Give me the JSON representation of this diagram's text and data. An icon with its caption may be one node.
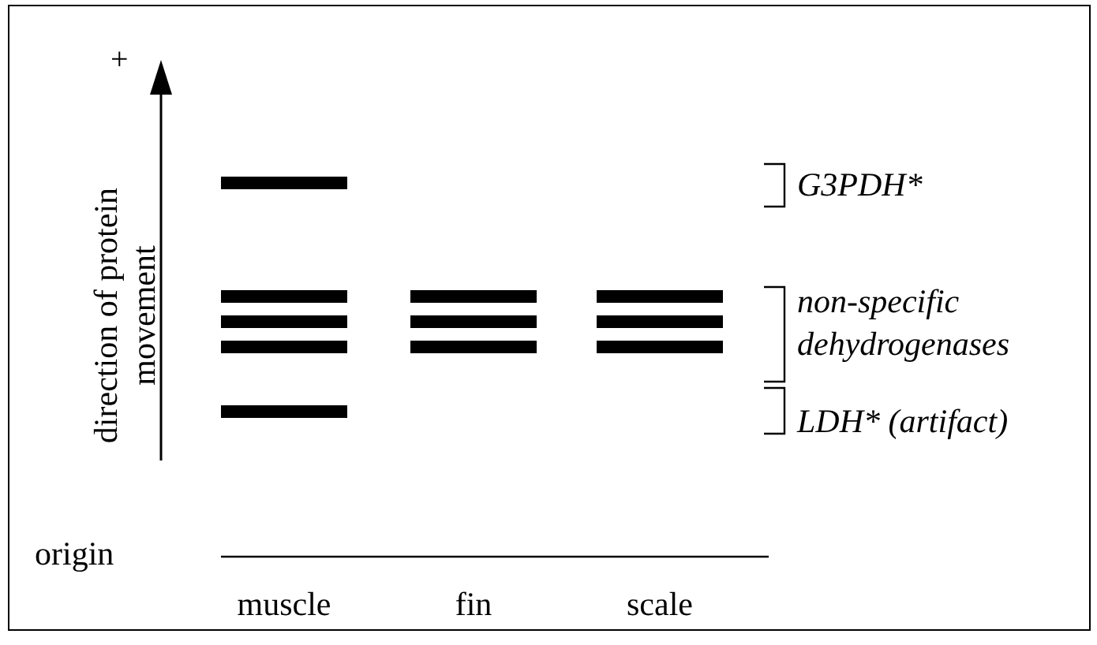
{
  "diagram": {
    "labels": [
      "+",
      "direction of protein movement",
      "G3PDH*",
      "non-specific dehydrogenases",
      "LDH* (artifact)",
      "origin",
      "muscle",
      "fin",
      "scale"
    ]
  }
}
